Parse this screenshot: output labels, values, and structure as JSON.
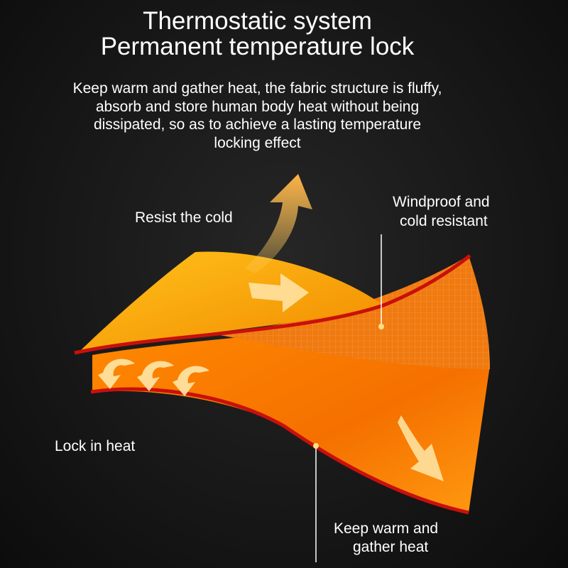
{
  "title": {
    "line1": "Thermostatic system",
    "line2": "Permanent temperature lock"
  },
  "description": {
    "line1": "Keep warm and gather heat, the fabric structure is fluffy,",
    "line2": "absorb and store human body heat without being",
    "line3": "dissipated, so as to achieve a lasting temperature",
    "line4": "locking effect"
  },
  "labels": {
    "resist_cold": "Resist the cold",
    "windproof_line1": "Windproof and",
    "windproof_line2": "cold resistant",
    "lock_heat": "Lock in heat",
    "keep_warm_line1": "Keep warm and",
    "keep_warm_line2": "gather heat"
  },
  "colors": {
    "background": "#141414",
    "upper_layer": "#f7a800",
    "lower_layer": "#f57a00",
    "edge": "#c8100c",
    "arrow": "#ffe7a8"
  }
}
